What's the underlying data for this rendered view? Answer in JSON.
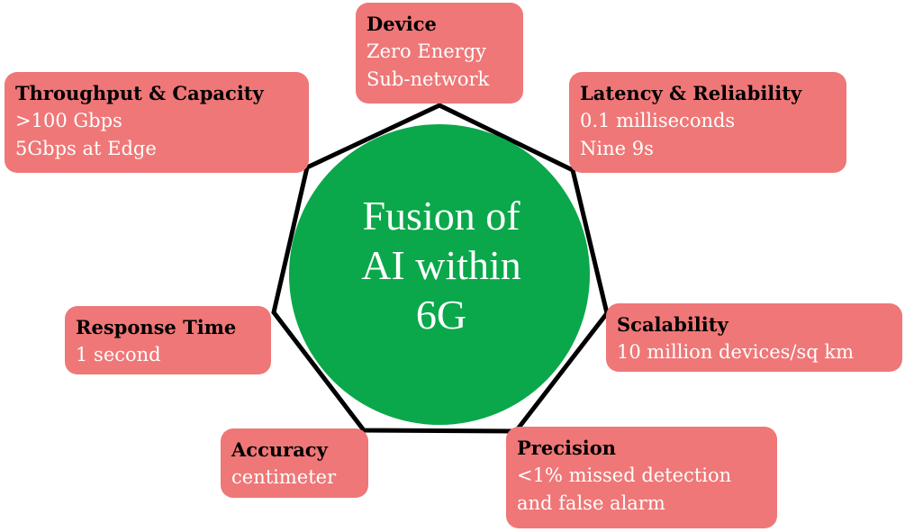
{
  "center": {
    "lines": [
      "Fusion of",
      "AI within",
      "6G"
    ],
    "color": "#0aa84a"
  },
  "box_color": "#ef7777",
  "boxes": {
    "device": {
      "title": "Device",
      "lines": [
        "Zero Energy",
        "Sub-network"
      ]
    },
    "throughput": {
      "title": "Throughput & Capacity",
      "lines": [
        ">100 Gbps",
        "5Gbps at Edge"
      ]
    },
    "latency": {
      "title": "Latency & Reliability",
      "lines": [
        "0.1 milliseconds",
        "Nine 9s"
      ]
    },
    "response": {
      "title": "Response Time",
      "lines": [
        "1 second"
      ]
    },
    "scalability": {
      "title": "Scalability",
      "lines": [
        "10 million devices/sq km"
      ]
    },
    "accuracy": {
      "title": "Accuracy",
      "lines": [
        "centimeter"
      ]
    },
    "precision": {
      "title": "Precision",
      "lines": [
        "<1% missed detection",
        "and false alarm"
      ]
    }
  }
}
